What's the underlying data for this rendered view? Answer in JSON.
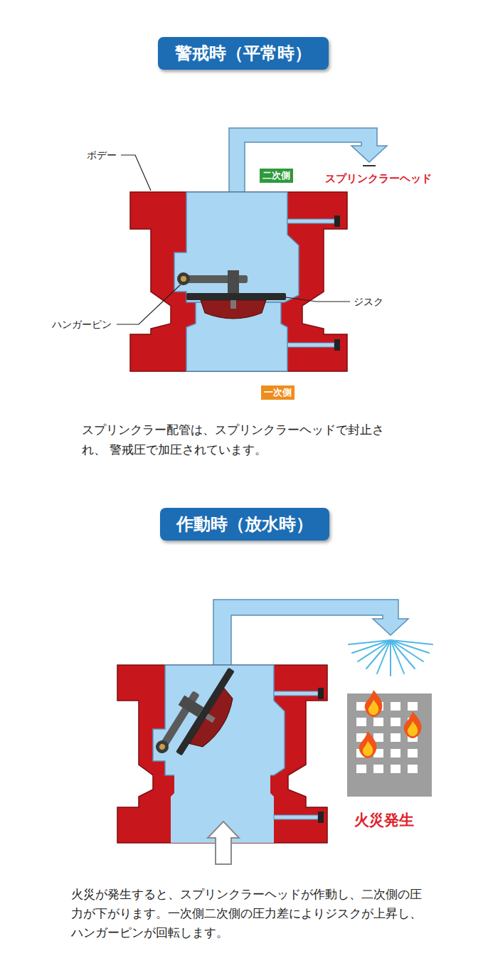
{
  "diagram": {
    "nodes": [
      {
        "text": [
          "警戒時（平常時）"
        ]
      },
      {
        "text": [
          "二次側"
        ]
      },
      {
        "text": [
          "一次側"
        ]
      },
      {
        "text": [
          "作動時（放水時）"
        ]
      }
    ],
    "labels": [
      "ボデー",
      "スプリンクラーヘッド",
      "ジスク",
      "ハンガーピン",
      "スプリンクラー配管は、スプリンクラーヘッドで封止され、 警戒圧で加圧されています。",
      "火災発生",
      "火災が発生すると、スプリンクラーヘッドが作動し、二次側の圧 力が下がります。一次側二次側の圧力差によりジスクが上昇し、 ハンガーピンが回転します。"
    ]
  }
}
